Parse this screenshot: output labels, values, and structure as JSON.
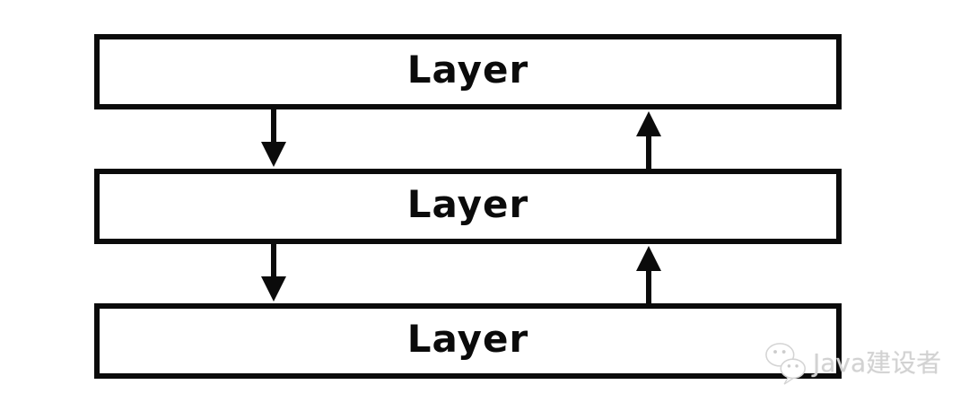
{
  "diagram": {
    "type": "layered-architecture",
    "layers": [
      {
        "label": "Layer"
      },
      {
        "label": "Layer"
      },
      {
        "label": "Layer"
      }
    ],
    "arrows": [
      {
        "direction": "down",
        "from": "layer-1",
        "to": "layer-2",
        "side": "left"
      },
      {
        "direction": "up",
        "from": "layer-2",
        "to": "layer-1",
        "side": "right"
      },
      {
        "direction": "down",
        "from": "layer-2",
        "to": "layer-3",
        "side": "left"
      },
      {
        "direction": "up",
        "from": "layer-3",
        "to": "layer-2",
        "side": "right"
      }
    ],
    "colors": {
      "background": "#ffffff",
      "box_fill": "#ffffff",
      "box_border": "#0b0b0b",
      "label_text": "#0b0b0b",
      "watermark": "#d2d2d2"
    }
  },
  "watermark": {
    "icon": "wechat-icon",
    "text": "Java建设者"
  }
}
